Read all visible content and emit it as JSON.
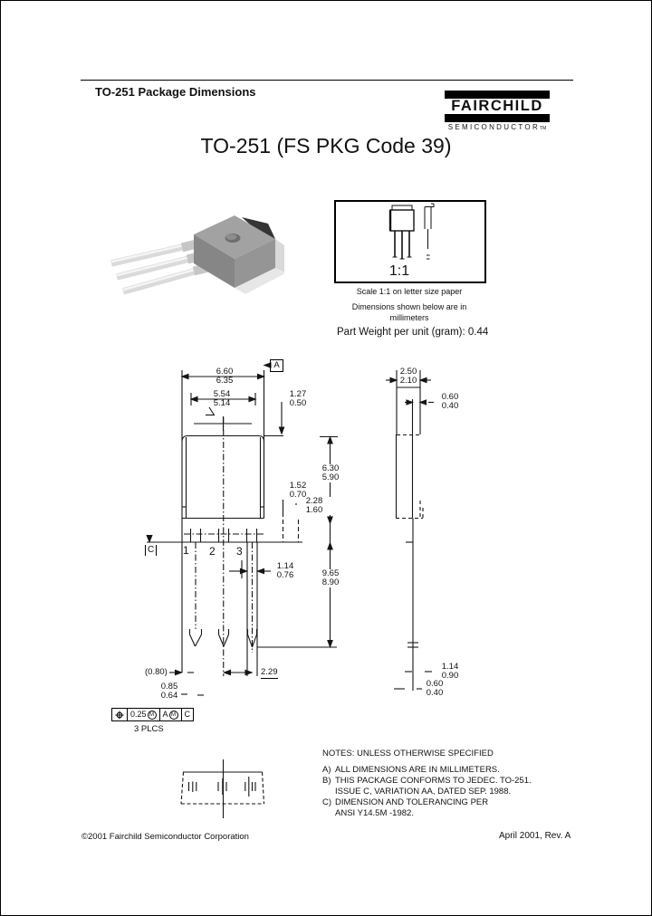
{
  "page": {
    "header_title": "TO-251  Package Dimensions",
    "doc_title": "TO-251 (FS PKG Code 39)",
    "footer_left": "©2001 Fairchild Semiconductor Corporation",
    "footer_right": "April 2001, Rev. A"
  },
  "logo": {
    "brand": "FAIRCHILD",
    "sub": "SEMICONDUCTOR",
    "tm": "TM"
  },
  "scale_panel": {
    "ratio": "1:1",
    "caption_line1": "Scale 1:1 on letter size paper",
    "caption_line2": "Dimensions shown below are in",
    "caption_line3": "millimeters",
    "weight_note": "Part Weight per unit (gram):  0.44"
  },
  "drawing": {
    "datum_a": "A",
    "datum_c": "C",
    "pin1": "1",
    "pin2": "2",
    "pin3": "3",
    "dims": {
      "body_width_max": "6.60",
      "body_width_min": "6.35",
      "lead_span_max": "5.54",
      "lead_span_min": "5.14",
      "tab_ext_max": "1.27",
      "tab_ext_min": "0.50",
      "body_height_max": "6.30",
      "body_height_min": "5.90",
      "shoulder_max": "1.52",
      "shoulder_min": "0.70",
      "tab_width_max": "2.28",
      "tab_width_min": "1.60",
      "lead_width_max": "1.14",
      "lead_width_min": "0.76",
      "lead_length_max": "9.65",
      "lead_length_min": "8.90",
      "edge_ref": "(0.80)",
      "lead_pitch": "2.29",
      "tip_width_max": "0.85",
      "tip_width_min": "0.64",
      "body_thk_max": "2.50",
      "body_thk_min": "2.10",
      "tab_step_max": "0.60",
      "tab_step_min": "0.40",
      "tip_w_side_max": "1.14",
      "tip_w_side_min": "0.90",
      "lead_thk_max": "0.60",
      "lead_thk_min": "0.40"
    },
    "tolerance": {
      "value": "0.25",
      "modifier1": "M",
      "datum_ref1": "A",
      "modifier2": "M",
      "datum_ref2": "C",
      "places": "3 PLCS"
    }
  },
  "notes": {
    "heading": "NOTES: UNLESS OTHERWISE SPECIFIED",
    "items": [
      {
        "label": "A)",
        "line1": "ALL DIMENSIONS ARE IN MILLIMETERS.",
        "line2": ""
      },
      {
        "label": "B)",
        "line1": "THIS PACKAGE CONFORMS TO JEDEC. TO-251.",
        "line2": "ISSUE C, VARIATION AA, DATED SEP. 1988."
      },
      {
        "label": "C)",
        "line1": "DIMENSION AND TOLERANCING PER",
        "line2": "ANSI Y14.5M -1982."
      }
    ]
  }
}
